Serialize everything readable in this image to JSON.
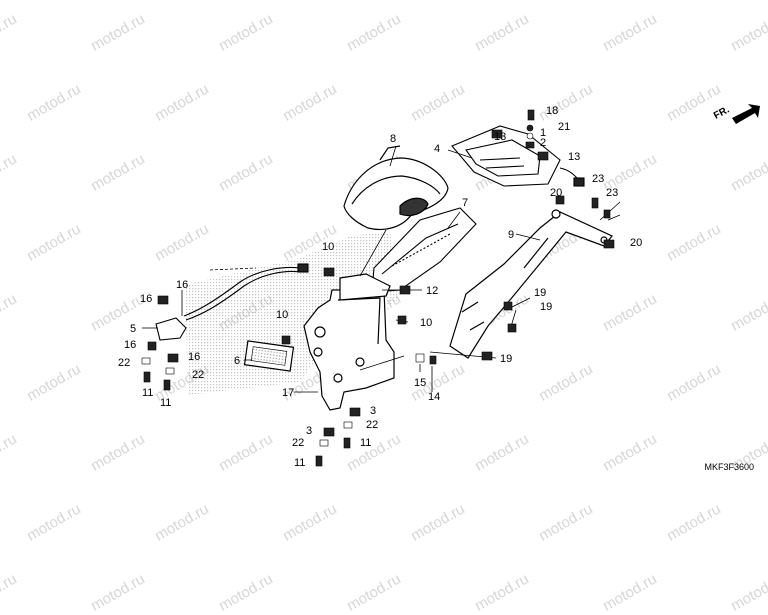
{
  "watermark": "motod.ru",
  "direction_label": "FR.",
  "diagram_code": "MKF3F3600",
  "callouts": [
    "1",
    "2",
    "3",
    "3",
    "4",
    "5",
    "6",
    "7",
    "8",
    "9",
    "10",
    "10",
    "10",
    "11",
    "11",
    "11",
    "11",
    "12",
    "13",
    "13",
    "14",
    "15",
    "16",
    "16",
    "16",
    "16",
    "17",
    "18",
    "19",
    "19",
    "19",
    "20",
    "20",
    "21",
    "22",
    "22",
    "22",
    "22",
    "23",
    "23"
  ]
}
